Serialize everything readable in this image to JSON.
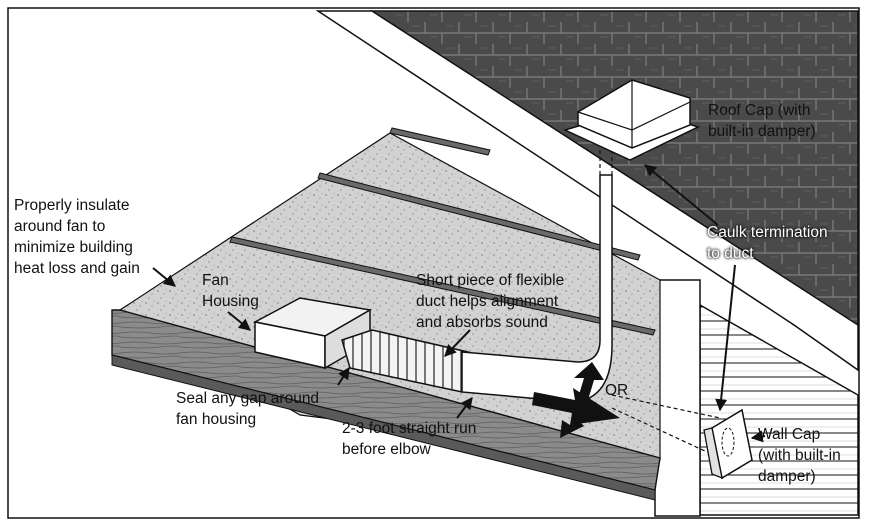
{
  "colors": {
    "roof": "#4a4a4a",
    "insulation": "#cfcfcf",
    "wood": "#8a8a8a",
    "outline": "#111111",
    "accent_arrow": "#111111"
  },
  "labels": {
    "roof_cap": "Roof Cap (with\nbuilt-in damper)",
    "caulk": "Caulk termination\nto duct",
    "insulate": "Properly insulate\naround fan to\nminimize building\nheat loss and gain",
    "fan_housing": "Fan\nHousing",
    "flex_duct": "Short piece of flexible\nduct helps alignment\nand absorbs sound",
    "seal_gap": "Seal any gap around\nfan housing",
    "straight_run": "2-3 foot straight run\nbefore elbow",
    "or": "OR",
    "wall_cap": "Wall Cap\n(with built-in\ndamper)"
  }
}
